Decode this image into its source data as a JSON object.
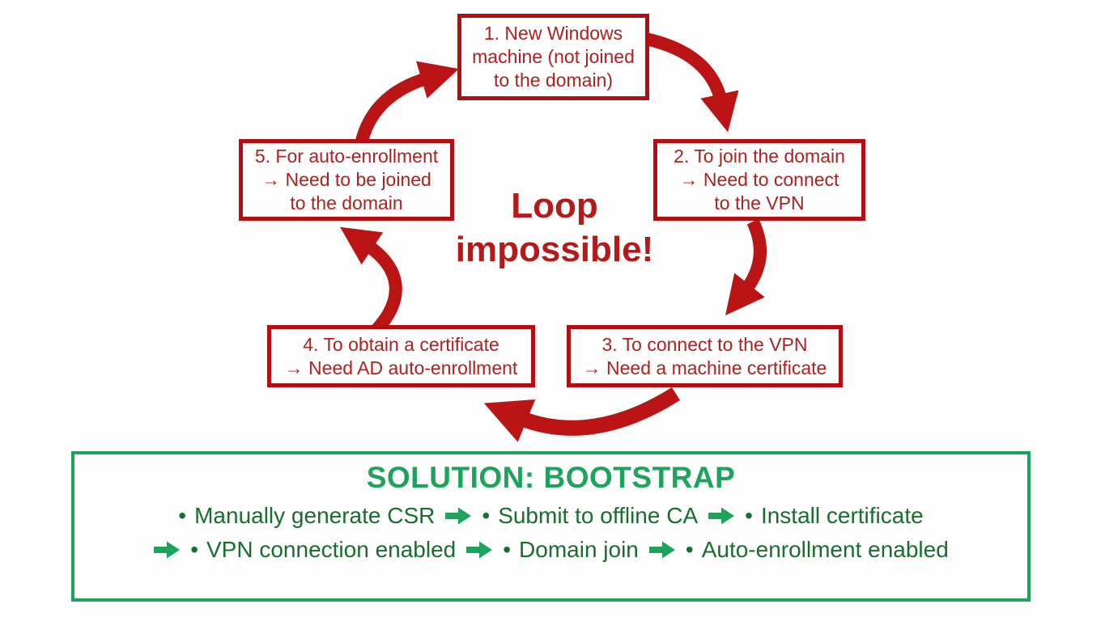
{
  "diagram_title": "certificate auto-enrollment bootstrap loop",
  "colors": {
    "red_border": "#b30f12",
    "red_text": "#b02020",
    "red_arrow": "#bb1414",
    "green_accent": "#1da35c",
    "green_text": "#176e2e",
    "background": "#fdfdfd"
  },
  "loop": {
    "center_label": {
      "line1": "Loop",
      "line2": "impossible!"
    },
    "boxes": [
      {
        "step": 1,
        "lines": [
          "1. New Windows",
          "machine (not joined",
          "to the domain)"
        ]
      },
      {
        "step": 2,
        "lines": [
          "2. To join the domain",
          "→ Need to connect",
          "to the VPN"
        ]
      },
      {
        "step": 3,
        "lines": [
          "3. To connect to the VPN",
          "→ Need a machine certificate"
        ]
      },
      {
        "step": 4,
        "lines": [
          "4. To obtain a certificate",
          "→ Need AD auto-enrollment"
        ]
      },
      {
        "step": 5,
        "lines": [
          "5. For auto-enrollment",
          "→ Need to be joined",
          "to the domain"
        ]
      }
    ],
    "arrows": [
      "step1-to-step2",
      "step2-to-step3",
      "step3-to-step4",
      "step4-to-step5",
      "step5-to-step1"
    ]
  },
  "solution": {
    "title": "SOLUTION: BOOTSTRAP",
    "bullet": "•",
    "rows": [
      {
        "items": [
          "Manually generate CSR",
          "Submit to offline CA",
          "Install certificate"
        ]
      },
      {
        "items": [
          "VPN connection enabled",
          "Domain join",
          "Auto-enrollment enabled"
        ]
      }
    ]
  }
}
